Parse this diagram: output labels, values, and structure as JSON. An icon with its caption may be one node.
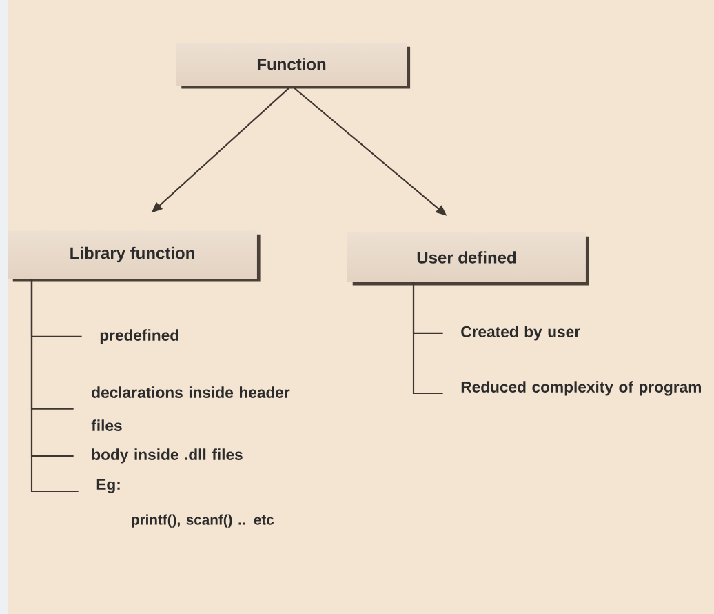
{
  "diagram": {
    "nodes": [
      {
        "text": [
          "Function"
        ]
      },
      {
        "text": [
          "Library function"
        ]
      },
      {
        "text": [
          "User defined"
        ]
      },
      {
        "text": [
          "predefined"
        ]
      },
      {
        "text": [
          "declarations inside header files"
        ]
      },
      {
        "text": [
          "body inside .dll files"
        ]
      },
      {
        "text": [
          "Eg:",
          "printf(), scanf() .. etc"
        ]
      },
      {
        "text": [
          "Created by user"
        ]
      },
      {
        "text": [
          "Reduced complexity of program"
        ]
      }
    ],
    "edges": [
      {
        "from": 0,
        "to": 1,
        "arrow": "to"
      },
      {
        "from": 0,
        "to": 2,
        "arrow": "to"
      },
      {
        "from": 1,
        "to": 3,
        "arrow": "none"
      },
      {
        "from": 1,
        "to": 4,
        "arrow": "none"
      },
      {
        "from": 1,
        "to": 5,
        "arrow": "none"
      },
      {
        "from": 1,
        "to": 6,
        "arrow": "none"
      },
      {
        "from": 2,
        "to": 7,
        "arrow": "none"
      },
      {
        "from": 2,
        "to": 8,
        "arrow": "none"
      }
    ]
  }
}
